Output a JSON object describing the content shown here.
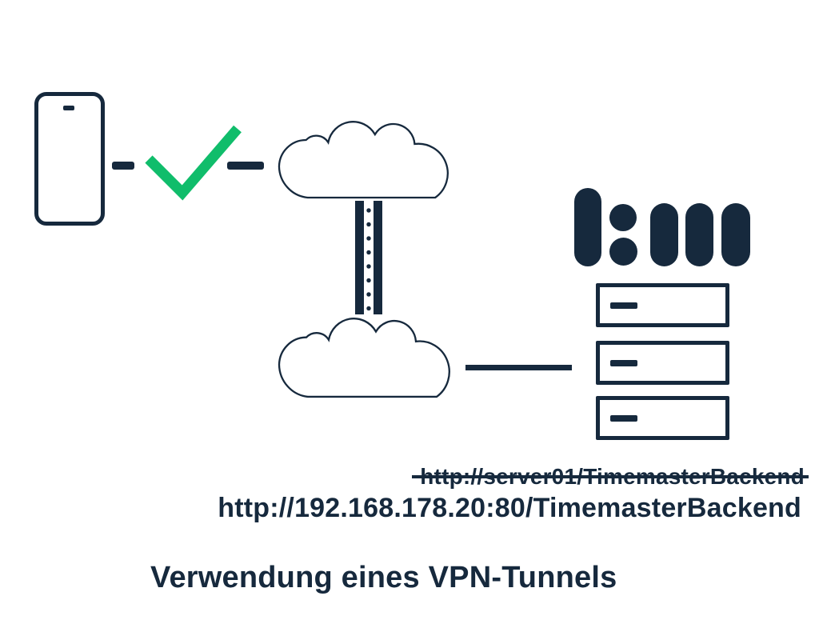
{
  "colors": {
    "ink_navy": "#16293d",
    "check_green": "#10bd6b",
    "background": "#ffffff"
  },
  "icons": {
    "client": "smartphone-icon",
    "connection_status": "checkmark-icon",
    "network_top": "cloud-icon",
    "network_bottom": "cloud-icon",
    "tunnel": "vpn-tunnel-icon",
    "server": "server-stack-icon",
    "server_logo": "company-logo"
  },
  "urls": {
    "old": {
      "text": "http://server01/TimemasterBackend",
      "strikethrough": true
    },
    "new": {
      "text": "http://192.168.178.20:80/TimemasterBackend",
      "strikethrough": false
    }
  },
  "caption": "Verwendung eines VPN-Tunnels"
}
